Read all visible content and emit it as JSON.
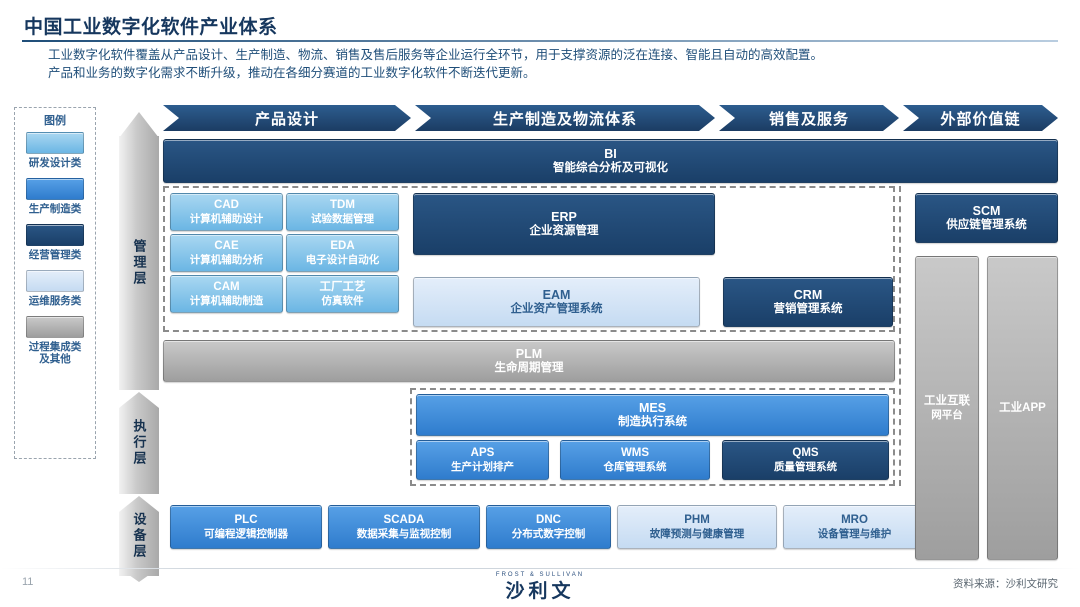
{
  "header": {
    "title": "中国工业数字化软件产业体系",
    "subtitle_line1": "工业数字化软件覆盖从产品设计、生产制造、物流、销售及售后服务等企业运行全环节，用于支撑资源的泛在连接、智能且自动的高效配置。",
    "subtitle_line2": "产品和业务的数字化需求不断升级，推动在各细分赛道的工业数字化软件不断迭代更新。"
  },
  "legend": {
    "title": "图例",
    "items": [
      {
        "label": "研发设计类",
        "color": "#6bb6e4"
      },
      {
        "label": "生产制造类",
        "color": "#2f7ccd"
      },
      {
        "label": "经营管理类",
        "color": "#1a3f68"
      },
      {
        "label": "运维服务类",
        "color": "#c5dbf2"
      },
      {
        "label": "过程集成类\n及其他",
        "color": "#9e9e9e"
      }
    ]
  },
  "layers": [
    {
      "label": "管理层"
    },
    {
      "label": "执行层"
    },
    {
      "label": "设备层"
    }
  ],
  "phases": [
    {
      "label": "产品设计"
    },
    {
      "label": "生产制造及物流体系"
    },
    {
      "label": "销售及服务"
    },
    {
      "label": "外部价值链"
    }
  ],
  "nodes": {
    "bi": {
      "abbr": "BI",
      "cn": "智能综合分析及可视化",
      "category": "经营管理类"
    },
    "cad": {
      "abbr": "CAD",
      "cn": "计算机辅助设计",
      "category": "研发设计类"
    },
    "tdm": {
      "abbr": "TDM",
      "cn": "试验数据管理",
      "category": "研发设计类"
    },
    "cae": {
      "abbr": "CAE",
      "cn": "计算机辅助分析",
      "category": "研发设计类"
    },
    "eda": {
      "abbr": "EDA",
      "cn": "电子设计自动化",
      "category": "研发设计类"
    },
    "cam": {
      "abbr": "CAM",
      "cn": "计算机辅助制造",
      "category": "研发设计类"
    },
    "fps": {
      "abbr": "工厂工艺",
      "cn": "仿真软件",
      "category": "研发设计类"
    },
    "erp": {
      "abbr": "ERP",
      "cn": "企业资源管理",
      "category": "经营管理类"
    },
    "eam": {
      "abbr": "EAM",
      "cn": "企业资产管理系统",
      "category": "运维服务类"
    },
    "crm": {
      "abbr": "CRM",
      "cn": "营销管理系统",
      "category": "经营管理类"
    },
    "scm": {
      "abbr": "SCM",
      "cn": "供应链管理系统",
      "category": "经营管理类"
    },
    "plm": {
      "abbr": "PLM",
      "cn": "生命周期管理",
      "category": "过程集成类及其他"
    },
    "mes": {
      "abbr": "MES",
      "cn": "制造执行系统",
      "category": "生产制造类"
    },
    "aps": {
      "abbr": "APS",
      "cn": "生产计划排产",
      "category": "生产制造类"
    },
    "wms": {
      "abbr": "WMS",
      "cn": "仓库管理系统",
      "category": "生产制造类"
    },
    "qms": {
      "abbr": "QMS",
      "cn": "质量管理系统",
      "category": "经营管理类"
    },
    "plc": {
      "abbr": "PLC",
      "cn": "可编程逻辑控制器",
      "category": "生产制造类"
    },
    "scada": {
      "abbr": "SCADA",
      "cn": "数据采集与监视控制",
      "category": "生产制造类"
    },
    "dnc": {
      "abbr": "DNC",
      "cn": "分布式数字控制",
      "category": "生产制造类"
    },
    "phm": {
      "abbr": "PHM",
      "cn": "故障预测与健康管理",
      "category": "运维服务类"
    },
    "mro": {
      "abbr": "MRO",
      "cn": "设备管理与维护",
      "category": "运维服务类"
    },
    "iiot": {
      "abbr": "工业互联",
      "cn": "网平台",
      "category": "过程集成类及其他"
    },
    "iapp": {
      "abbr": "工业APP",
      "cn": "",
      "category": "过程集成类及其他"
    }
  },
  "footer": {
    "page_number": "11",
    "brand_en": "FROST & SULLIVAN",
    "brand_cn": "沙利文",
    "source": "资料来源：沙利文研究"
  }
}
